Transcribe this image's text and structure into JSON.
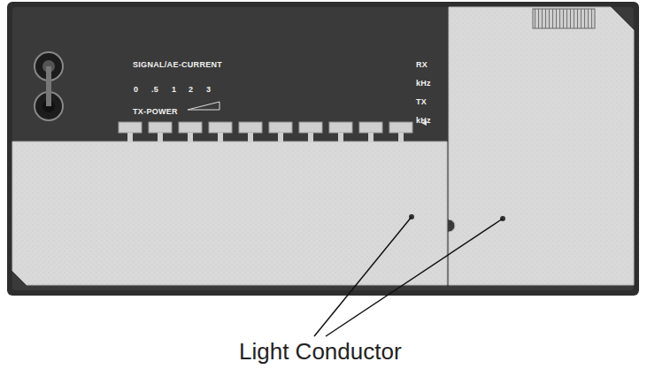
{
  "diagram": {
    "labels": [
      "SIGNAL/AE-CURRENT",
      "0",
      ".5",
      "1",
      "2",
      "3",
      "TX-POWER",
      "RX",
      "kHz",
      "TX",
      "kHz",
      "Light Conductor"
    ]
  }
}
